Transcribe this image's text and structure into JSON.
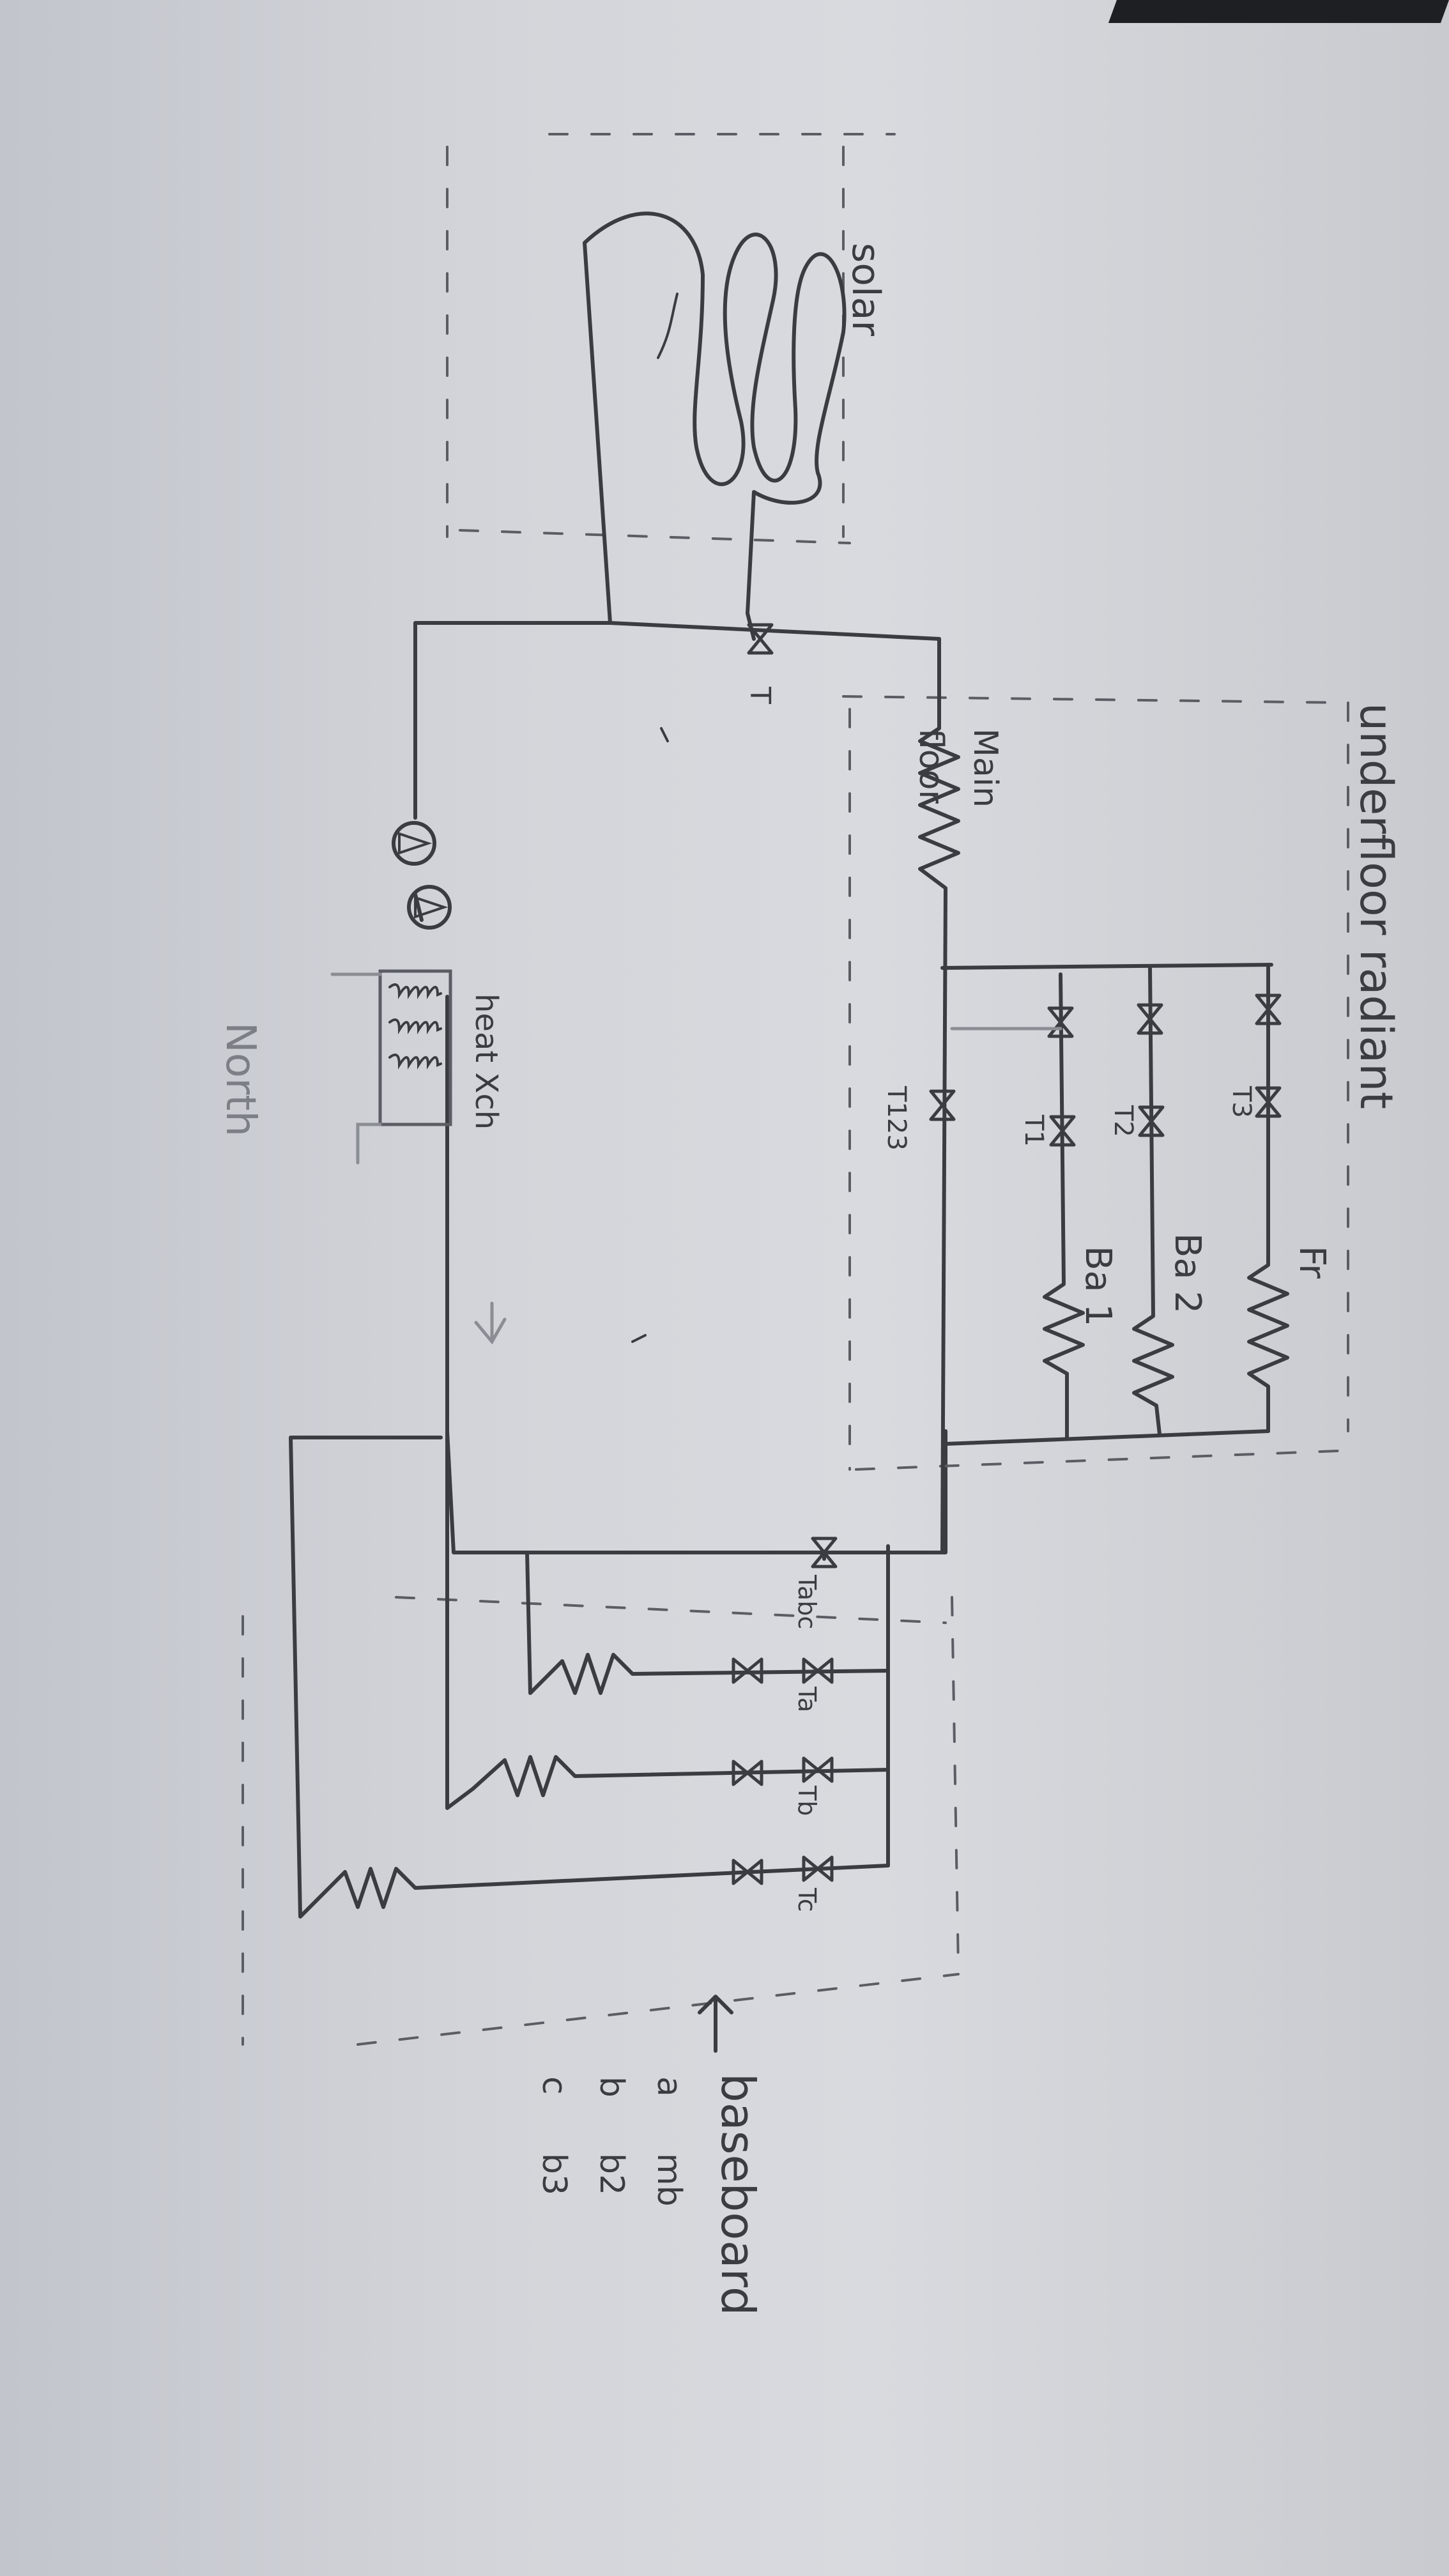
{
  "labels": {
    "solar": "solar",
    "underfloor_radiant": "underfloor radiant",
    "main_floor_1": "Main",
    "main_floor_2": "floor",
    "fr": "Fr",
    "ba2": "Ba 2",
    "ba1": "Ba 1",
    "heat_exch": "heat Xch",
    "north": "North",
    "baseboard": "baseboard",
    "t_solar": "T",
    "t3": "T3",
    "t2": "T2",
    "t1": "T1",
    "t123": "T123",
    "tabc": "Tabc",
    "ta": "Ta",
    "tb": "Tb",
    "tc": "Tc",
    "legend_a_key": "a",
    "legend_a_val": "mb",
    "legend_b_key": "b",
    "legend_b_val": "b2",
    "legend_c_key": "c",
    "legend_c_val": "b3"
  },
  "colors": {
    "ink": "#3a3c41",
    "pencil": "#8a8d93",
    "paper": "#d6d8dd"
  }
}
